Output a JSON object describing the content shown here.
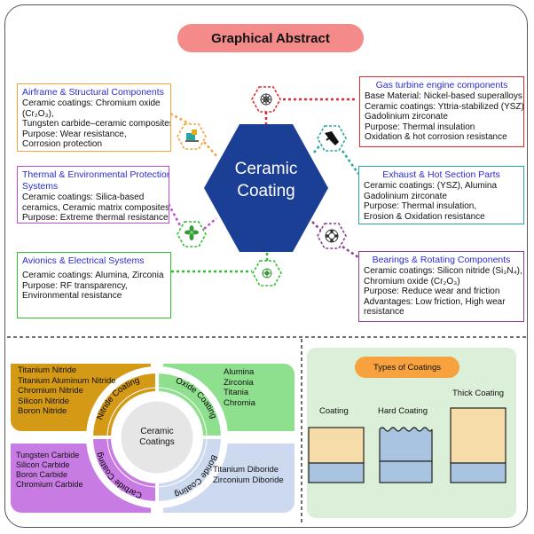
{
  "title": "Graphical Abstract",
  "center": {
    "line1": "Ceramic",
    "line2": "Coating"
  },
  "boxes": {
    "airframe": {
      "title": "Airframe & Structural Components",
      "lines": [
        "Ceramic coatings: Chromium oxide",
        "(Cr₂O₃),",
        "Tungsten carbide–ceramic composites",
        "Purpose: Wear resistance,",
        "Corrosion protection"
      ]
    },
    "thermal": {
      "title1": "Thermal & Environmental Protection",
      "title2": "Systems",
      "lines": [
        "Ceramic coatings: Silica-based",
        "ceramics, Ceramic matrix composites",
        "Purpose: Extreme thermal resistance"
      ]
    },
    "avionics": {
      "title": "Avionics & Electrical Systems",
      "lines": [
        "Ceramic coatings: Alumina, Zirconia",
        "Purpose: RF transparency,",
        "Environmental resistance"
      ]
    },
    "gas_turbine": {
      "title": "Gas turbine engine components",
      "lines": [
        "Base Material: Nickel-based superalloys",
        "Ceramic coatings: Yttria-stabilized (YSZ)",
        "Gadolinium zirconate",
        "Purpose: Thermal insulation",
        "Oxidation & hot corrosion resistance"
      ]
    },
    "exhaust": {
      "title": "Exhaust & Hot Section Parts",
      "lines": [
        "Ceramic coatings: (YSZ), Alumina",
        "Gadolinium zirconate",
        "Purpose: Thermal insulation,",
        "Erosion & Oxidation resistance"
      ]
    },
    "bearings": {
      "title": "Bearings & Rotating Components",
      "lines": [
        "Ceramic coatings: Silicon nitride (Si₃N₄),",
        "Chromium oxide (Cr₂O₃)",
        "Purpose: Reduce wear and friction",
        "Advantages: Low friction, High wear",
        "resistance"
      ]
    }
  },
  "wheel": {
    "center_line1": "Ceramic",
    "center_line2": "Coatings",
    "nitride": {
      "label": "Nitride Coating",
      "items": [
        "Titanium Nitride",
        "Titanium Aluminum Nitride",
        "Chromium Nitride",
        "Silicon Nitride",
        "Boron Nitride"
      ]
    },
    "oxide": {
      "label": "Oxide Coating",
      "items": [
        "Alumina",
        "Zirconia",
        "Titania",
        "Chromia"
      ]
    },
    "carbide": {
      "label": "Carbide Coating",
      "items": [
        "Tungsten Carbide",
        "Silicon Carbide",
        "Boron Carbide",
        "Chromium Carbide"
      ]
    },
    "boride": {
      "label": "Boride Coating",
      "items": [
        "Titanium Diboride",
        "Zirconium Diboride"
      ]
    }
  },
  "types": {
    "title": "Types of Coatings",
    "coating": "Coating",
    "hard": "Hard Coating",
    "thick": "Thick Coating"
  },
  "colors": {
    "title_pill": "#f48a8a",
    "hexagon": "#1c3f96",
    "airframe": "#f7a23e",
    "thermal": "#c04bd6",
    "avionics": "#2ec02e",
    "gas_turbine": "#e0282e",
    "exhaust": "#2aa6a0",
    "bearings": "#8a3f97",
    "nitride": "#d49a16",
    "oxide": "#8ee08e",
    "carbide": "#c77be3",
    "boride": "#cdd9ef",
    "types_panel": "#dcefd8",
    "coating_top": "#f6dca8",
    "coating_base": "#a8c4e0"
  },
  "icons": [
    "turbine-icon",
    "aircraft-icon",
    "plane-icon",
    "thermal-icon",
    "antenna-icon",
    "bearing-icon"
  ]
}
